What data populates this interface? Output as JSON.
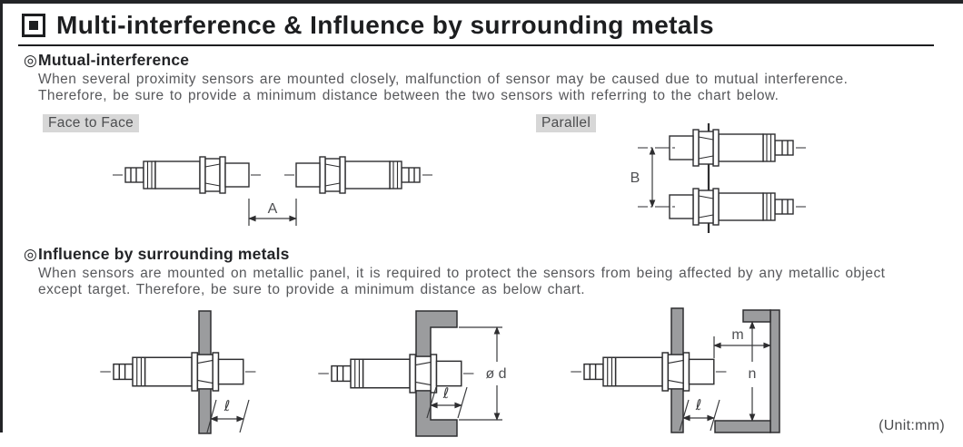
{
  "page": {
    "title": "Multi-interference & Influence by surrounding metals",
    "unit_note": "(Unit:mm)"
  },
  "sections": {
    "mutual": {
      "bullet": "◎",
      "heading": "Mutual-interference",
      "body_line1": "When several proximity sensors are mounted closely, malfunction of sensor may be caused due to mutual interference.",
      "body_line2": "Therefore, be sure to provide a minimum distance between the two sensors with referring to the chart below.",
      "face_to_face": {
        "label": "Face to Face",
        "dim_a": "A"
      },
      "parallel": {
        "label": "Parallel",
        "dim_b": "B"
      }
    },
    "surrounding": {
      "bullet": "◎",
      "heading": "Influence by surrounding metals",
      "body_line1": "When sensors are mounted on metallic panel, it is required to protect the sensors from being affected by any metallic object",
      "body_line2": "except target. Therefore, be sure to provide a minimum distance as below chart.",
      "flush_panel": {
        "dim_l": "ℓ"
      },
      "metal_ring": {
        "dim_l": "ℓ",
        "dim_d": "ø d"
      },
      "facing_wall": {
        "dim_l": "ℓ",
        "dim_m": "m",
        "dim_n": "n"
      }
    }
  },
  "colors": {
    "metal_panel": "#9b9c9e",
    "outline": "#2e2e30",
    "body_text": "#57585b",
    "heading_text": "#232427",
    "label_background": "#d7d7d7",
    "dimension_text": "#4e4f52"
  }
}
